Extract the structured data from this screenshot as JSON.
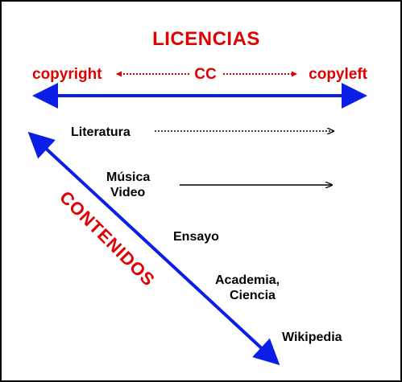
{
  "title": "LICENCIAS",
  "licenses": {
    "left": "copyright",
    "center": "CC",
    "right": "copyleft"
  },
  "axis_label": "CONTENIDOS",
  "content_items": [
    {
      "id": "literatura",
      "lines": [
        "Literatura"
      ],
      "arrow": "dotted"
    },
    {
      "id": "musica-video",
      "lines": [
        "Música",
        "Video"
      ],
      "arrow": "solid"
    },
    {
      "id": "ensayo",
      "lines": [
        "Ensayo"
      ],
      "arrow": "none"
    },
    {
      "id": "academia-ciencia",
      "lines": [
        "Academia,",
        "Ciencia"
      ],
      "arrow": "none"
    },
    {
      "id": "wikipedia",
      "lines": [
        "Wikipedia"
      ],
      "arrow": "none"
    }
  ],
  "colors": {
    "red": "#e00000",
    "blue": "#0a1ee6",
    "black": "#000000",
    "background": "#ffffff",
    "border": "#000000"
  }
}
